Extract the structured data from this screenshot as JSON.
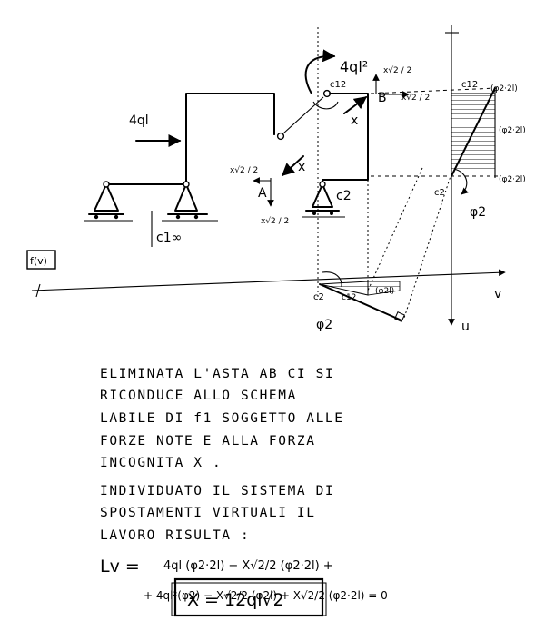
{
  "diagram": {
    "loads": {
      "horizontal_force": "4ql",
      "moment": "4ql²"
    },
    "labels": {
      "point_A": "A",
      "point_B": "B",
      "unknown_x_1": "x",
      "unknown_x_2": "x",
      "component_a": "x√2 / 2",
      "component_b": "x√2 / 2",
      "component_c": "x√2 / 2",
      "component_d": "x√2 / 2",
      "c12_top": "c12",
      "c2_support": "c2",
      "c1_infinity": "c1∞",
      "f_box": "f(v)"
    },
    "kinematic_labels": {
      "c12_right": "c12",
      "c2_right": "c2",
      "phi2_right": "φ2",
      "disp_top": "(φ2·2l)",
      "disp_mid": "(φ2·2l)",
      "disp_bot": "(φ2·2l)",
      "c2_bottom": "c2",
      "c12_bottom": "c12",
      "phi2_bottom": "φ2",
      "disp_bottom": "(φ2l)",
      "axis_v": "v",
      "axis_u": "u"
    }
  },
  "notes": {
    "para1_line1": "ELIMINATA L'ASTA AB CI SI",
    "para1_line2": "RICONDUCE ALLO SCHEMA",
    "para1_line3": "LABILE DI f1 SOGGETTO ALLE",
    "para1_line4": "FORZE NOTE E ALLA FORZA",
    "para1_line5": "INCOGNITA X .",
    "para2_line1": "INDIVIDUATO IL SISTEMA DI",
    "para2_line2": "SPOSTAMENTI VIRTUALI IL",
    "para2_line3": "LAVORO RISULTA :"
  },
  "equation": {
    "lhs": "Lv =",
    "line1": "4ql (φ2·2l) − X√2/2 (φ2·2l) +",
    "line2": "+ 4ql²(φ2) − X√2/2 (φ2l) + X√2/2 (φ2·2l) = 0",
    "result": "X = 12ql√2"
  }
}
